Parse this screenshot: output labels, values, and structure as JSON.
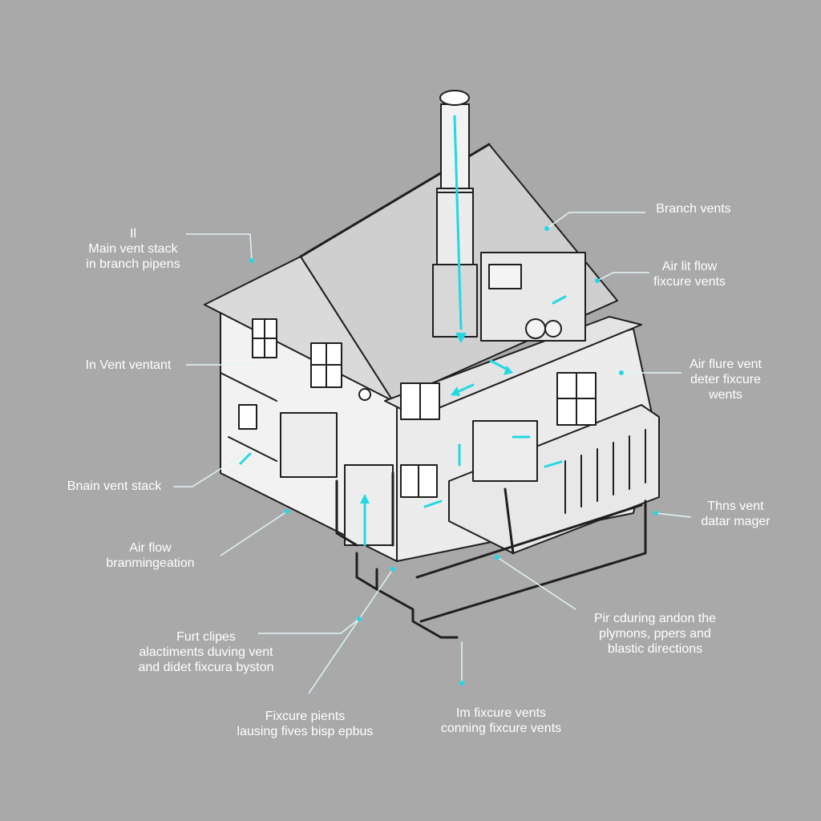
{
  "colors": {
    "background": "#a9a9a9",
    "linework": "#1f1f1f",
    "wall": "#f2f2f2",
    "roof": "#cfcfcf",
    "airflow": "#22d8e4",
    "label_text": "#ffffff"
  },
  "labels": [
    {
      "id": "main-vent-stack",
      "lines": [
        "Il",
        "Main vent stack",
        "in branch pipens"
      ]
    },
    {
      "id": "branch-vents",
      "lines": [
        "Branch vents"
      ]
    },
    {
      "id": "air-flow-fixture-vents",
      "lines": [
        "Air lit flow",
        "fixcure vents"
      ]
    },
    {
      "id": "in-vent-ventant",
      "lines": [
        "In Vent ventant"
      ]
    },
    {
      "id": "air-flure-vent",
      "lines": [
        "Air flure vent",
        "deter fixcure",
        "wents"
      ]
    },
    {
      "id": "brain-vent-stack",
      "lines": [
        "Bnain vent stack"
      ]
    },
    {
      "id": "thns-vent",
      "lines": [
        "Thns vent",
        "datar mager"
      ]
    },
    {
      "id": "air-flow-drainage",
      "lines": [
        "Air flow",
        "branmingeation"
      ]
    },
    {
      "id": "air-cduring",
      "lines": [
        "Pir cduring andon the",
        "plymons, ppers and",
        "blastic directions"
      ]
    },
    {
      "id": "furt-clipes",
      "lines": [
        "Furt clipes",
        "alactiments duving vent",
        "and didet fixcura byston"
      ]
    },
    {
      "id": "fixcure-pients",
      "lines": [
        "Fixcure pients",
        "lausing fives bisp epbus"
      ]
    },
    {
      "id": "in-fixcure-vents",
      "lines": [
        "Im fixcure vents",
        "conning fixcure vents"
      ]
    }
  ]
}
